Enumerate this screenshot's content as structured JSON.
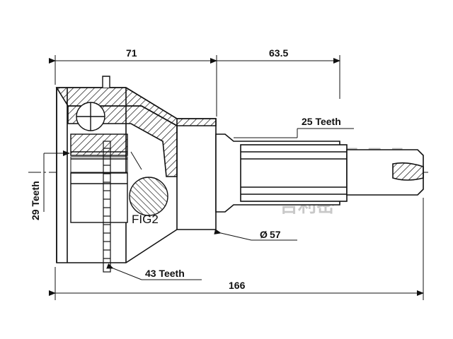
{
  "drawing": {
    "figure_label": "FIG2",
    "watermark": {
      "brand": "GEKER EN",
      "chinese": "吉利密"
    },
    "dimensions": {
      "top_left_length": "71",
      "top_right_length": "63.5",
      "overall_length": "166",
      "outer_diameter": "57"
    },
    "splines": {
      "shaft_teeth": "25 Teeth",
      "inner_teeth": "29 Teeth",
      "abs_ring_teeth": "43 Teeth"
    },
    "diameter_symbol": "Ø"
  }
}
